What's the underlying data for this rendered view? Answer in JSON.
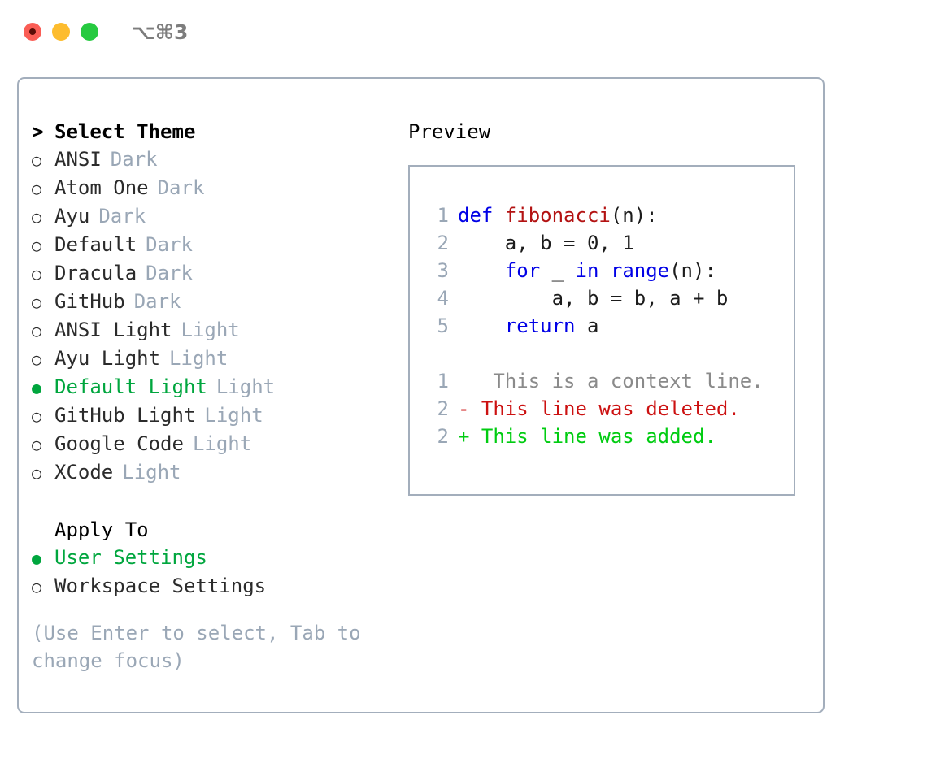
{
  "window": {
    "shortcut": "⌥⌘3",
    "traffic_lights": [
      {
        "name": "close",
        "color": "#fa5d55"
      },
      {
        "name": "minimize",
        "color": "#fdbc2e"
      },
      {
        "name": "zoom",
        "color": "#26ca40"
      }
    ]
  },
  "theme_list": {
    "heading_marker": ">",
    "heading": "Select Theme",
    "items": [
      {
        "marker": "○",
        "label": "ANSI",
        "tag": "Dark",
        "selected": false
      },
      {
        "marker": "○",
        "label": "Atom One",
        "tag": "Dark",
        "selected": false
      },
      {
        "marker": "○",
        "label": "Ayu",
        "tag": "Dark",
        "selected": false
      },
      {
        "marker": "○",
        "label": "Default",
        "tag": "Dark",
        "selected": false
      },
      {
        "marker": "○",
        "label": "Dracula",
        "tag": "Dark",
        "selected": false
      },
      {
        "marker": "○",
        "label": "GitHub",
        "tag": "Dark",
        "selected": false
      },
      {
        "marker": "○",
        "label": "ANSI Light",
        "tag": "Light",
        "selected": false
      },
      {
        "marker": "○",
        "label": "Ayu Light",
        "tag": "Light",
        "selected": false
      },
      {
        "marker": "●",
        "label": "Default Light",
        "tag": "Light",
        "selected": true
      },
      {
        "marker": "○",
        "label": "GitHub Light",
        "tag": "Light",
        "selected": false
      },
      {
        "marker": "○",
        "label": "Google Code",
        "tag": "Light",
        "selected": false
      },
      {
        "marker": "○",
        "label": "XCode",
        "tag": "Light",
        "selected": false
      }
    ]
  },
  "apply_to": {
    "heading_marker": " ",
    "heading": "Apply To",
    "items": [
      {
        "marker": "●",
        "label": "User Settings",
        "selected": true
      },
      {
        "marker": "○",
        "label": "Workspace Settings",
        "selected": false
      }
    ]
  },
  "help": {
    "text": "(Use Enter to select, Tab to change focus)"
  },
  "preview": {
    "title": "Preview",
    "code_lines": [
      {
        "num": "1",
        "segments": [
          {
            "text": "def ",
            "style": "kw"
          },
          {
            "text": "fibonacci",
            "style": "fn"
          },
          {
            "text": "(n):",
            "style": "plain"
          }
        ]
      },
      {
        "num": "2",
        "segments": [
          {
            "text": "    a, b = 0, 1",
            "style": "plain"
          }
        ]
      },
      {
        "num": "3",
        "segments": [
          {
            "text": "    ",
            "style": "plain"
          },
          {
            "text": "for",
            "style": "kw"
          },
          {
            "text": " _ ",
            "style": "plain"
          },
          {
            "text": "in range",
            "style": "kw"
          },
          {
            "text": "(n):",
            "style": "plain"
          }
        ]
      },
      {
        "num": "4",
        "segments": [
          {
            "text": "        a, b = b, a + b",
            "style": "plain"
          }
        ]
      },
      {
        "num": "5",
        "segments": [
          {
            "text": "    ",
            "style": "plain"
          },
          {
            "text": "return",
            "style": "kw"
          },
          {
            "text": " a",
            "style": "plain"
          }
        ]
      }
    ],
    "diff_lines": [
      {
        "num": "1",
        "sign": " ",
        "text": "  This is a context line.",
        "style": "ctx"
      },
      {
        "num": "2",
        "sign": "-",
        "text": " This line was deleted.",
        "style": "del"
      },
      {
        "num": "2",
        "sign": "+",
        "text": " This line was added.",
        "style": "add"
      }
    ]
  },
  "colors": {
    "accent_green": "#00a63e",
    "muted": "#9aa7b6",
    "border": "#a3aebc",
    "keyword_blue": "#0000e6",
    "function_red": "#b31212",
    "diff_add": "#00cc11",
    "diff_del": "#cc1111"
  }
}
